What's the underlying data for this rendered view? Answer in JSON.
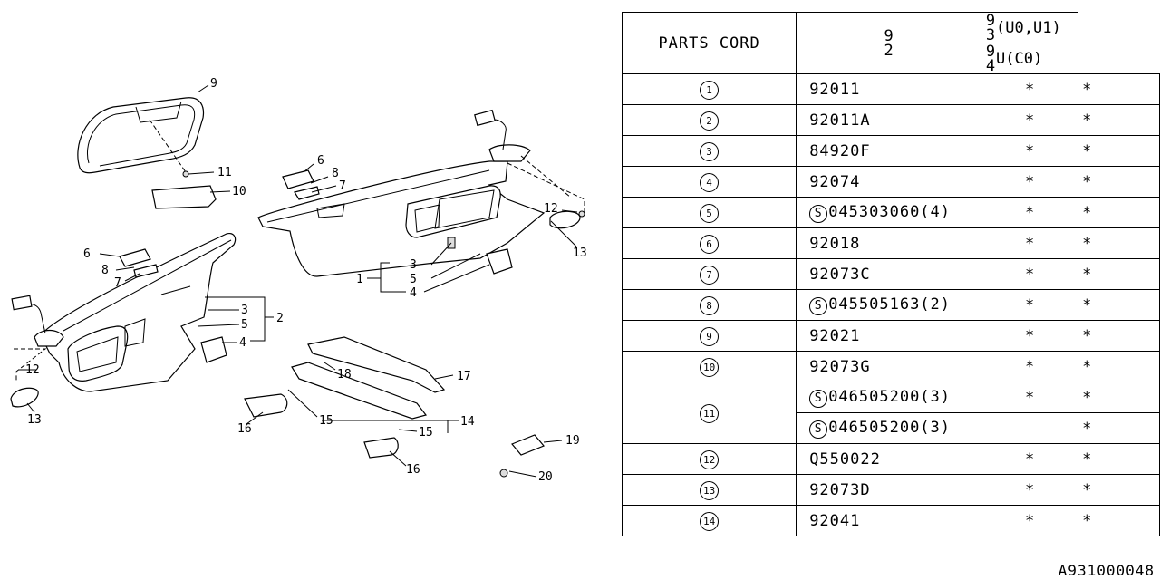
{
  "header": {
    "title": "PARTS CORD",
    "col92": "9 2",
    "col93_stack": "9 3",
    "col93_rest": "(U0,U1)",
    "col94_stack": "9 4",
    "col94_rest": "U(C0)"
  },
  "rows": [
    {
      "num": "1",
      "code": "92011",
      "s": false,
      "c92": "*",
      "c93": "*"
    },
    {
      "num": "2",
      "code": "92011A",
      "s": false,
      "c92": "*",
      "c93": "*"
    },
    {
      "num": "3",
      "code": "84920F",
      "s": false,
      "c92": "*",
      "c93": "*"
    },
    {
      "num": "4",
      "code": "92074",
      "s": false,
      "c92": "*",
      "c93": "*"
    },
    {
      "num": "5",
      "code": "045303060(4)",
      "s": true,
      "c92": "*",
      "c93": "*"
    },
    {
      "num": "6",
      "code": "92018",
      "s": false,
      "c92": "*",
      "c93": "*"
    },
    {
      "num": "7",
      "code": "92073C",
      "s": false,
      "c92": "*",
      "c93": "*"
    },
    {
      "num": "8",
      "code": "045505163(2)",
      "s": true,
      "c92": "*",
      "c93": "*"
    },
    {
      "num": "9",
      "code": "92021",
      "s": false,
      "c92": "*",
      "c93": "*"
    },
    {
      "num": "10",
      "code": "92073G",
      "s": false,
      "c92": "*",
      "c93": "*"
    },
    {
      "num": "11",
      "code": "046505200(3)",
      "s": true,
      "c92": "*",
      "c93": "*"
    },
    {
      "num": "",
      "code": "046505200(3)",
      "s": true,
      "c92": "",
      "c93": "*"
    },
    {
      "num": "12",
      "code": "Q550022",
      "s": false,
      "c92": "*",
      "c93": "*"
    },
    {
      "num": "13",
      "code": "92073D",
      "s": false,
      "c92": "*",
      "c93": "*"
    },
    {
      "num": "14",
      "code": "92041",
      "s": false,
      "c92": "*",
      "c93": "*"
    }
  ],
  "s_mark": "S",
  "callouts": [
    "9",
    "11",
    "10",
    "6",
    "8",
    "7",
    "6",
    "8",
    "7",
    "12",
    "13",
    "3",
    "5",
    "4",
    "1",
    "3",
    "5",
    "2",
    "4",
    "12",
    "13",
    "18",
    "17",
    "16",
    "15",
    "14",
    "15",
    "16",
    "19",
    "20"
  ],
  "drawing_number": "A931000048"
}
